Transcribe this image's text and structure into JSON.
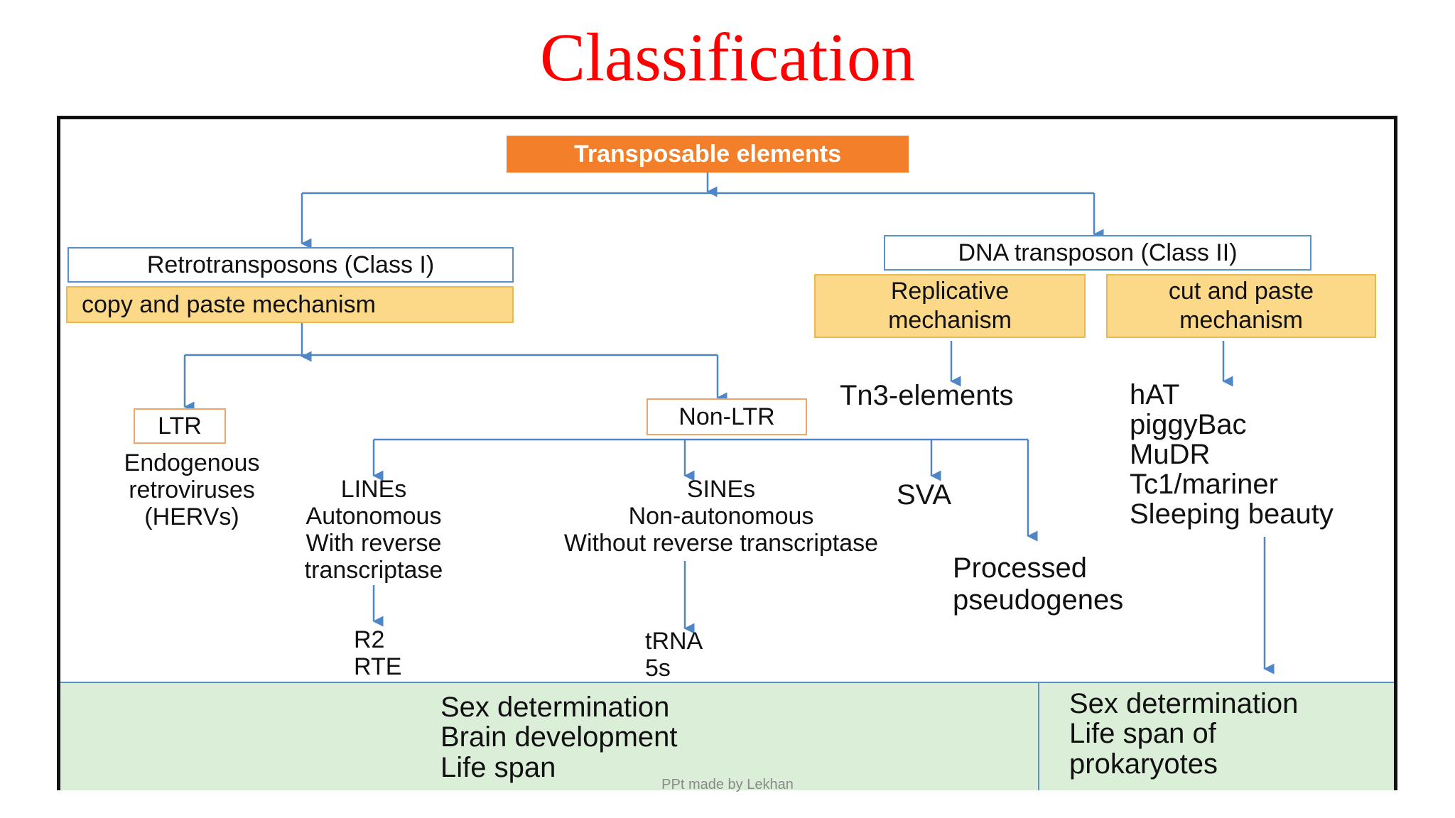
{
  "title": "Classification",
  "root": "Transposable elements",
  "class1": {
    "title": "Retrotransposons (Class I)",
    "mechanism": "copy and paste mechanism",
    "ltr": {
      "label": "LTR",
      "desc": [
        "Endogenous",
        "retroviruses",
        "(HERVs)"
      ]
    },
    "non_ltr": {
      "label": "Non-LTR",
      "lines": {
        "lines": [
          "LINEs",
          "Autonomous",
          "With reverse",
          "transcriptase"
        ],
        "examples": [
          "R2",
          "RTE"
        ]
      },
      "sines": {
        "lines": [
          "SINEs",
          "Non-autonomous",
          "Without reverse  transcriptase"
        ],
        "examples": [
          "tRNA",
          "5s"
        ]
      },
      "sva": "SVA",
      "processed": [
        "Processed",
        "pseudogenes"
      ]
    }
  },
  "class2": {
    "title": "DNA transposon (Class II)",
    "replicative": {
      "label": [
        "Replicative",
        "mechanism"
      ],
      "example": "Tn3-elements"
    },
    "cut_paste": {
      "label": [
        "cut and paste",
        "mechanism"
      ],
      "examples": [
        "hAT",
        "piggyBac",
        "MuDR",
        "Tc1/mariner",
        "Sleeping beauty"
      ]
    }
  },
  "functions_left": [
    "Sex determination",
    "Brain development",
    "Life span"
  ],
  "functions_right": [
    "Sex determination",
    "Life span of",
    "prokaryotes"
  ],
  "footer": "PPt made by Lekhan",
  "colors": {
    "title": "#ff0000",
    "root_box": "#f47f2a",
    "mechanism_box": "#fcd889",
    "connector": "#5b8fc9",
    "function_panel": "#dbeed8"
  }
}
